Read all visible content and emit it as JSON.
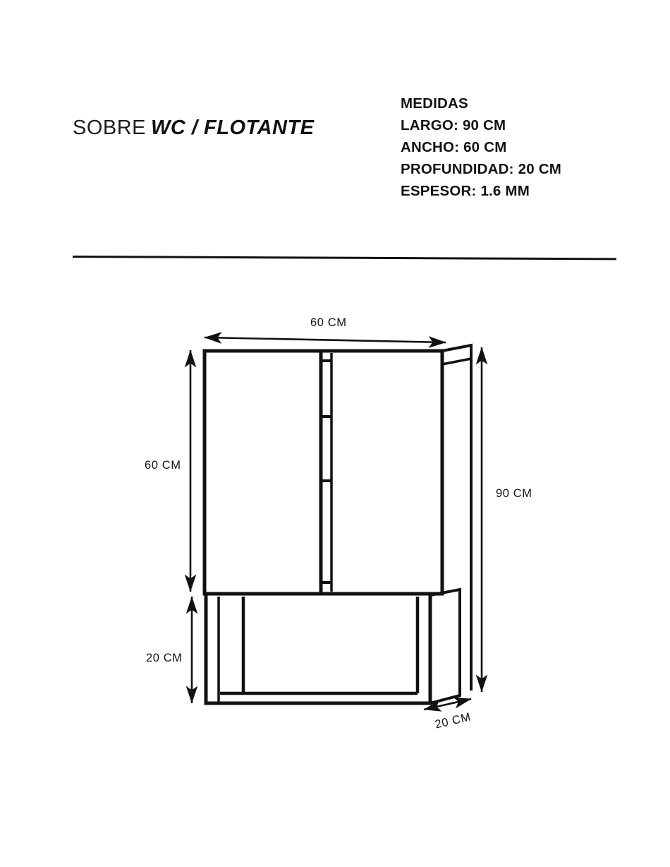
{
  "document": {
    "title_regular": "SOBRE",
    "title_bold": "WC / FLOTANTE"
  },
  "specs": {
    "heading": "MEDIDAS",
    "lines": [
      "LARGO: 90 CM",
      "ANCHO: 60 CM",
      "PROFUNDIDAD: 20 CM",
      "ESPESOR: 1.6 MM"
    ]
  },
  "drawing": {
    "dimensions": {
      "top_width": "60 CM",
      "left_upper_height": "60 CM",
      "right_total_height": "90 CM",
      "left_lower_height": "20 CM",
      "depth": "20 CM"
    }
  },
  "colors": {
    "ink": "#111111",
    "paper": "#ffffff"
  }
}
